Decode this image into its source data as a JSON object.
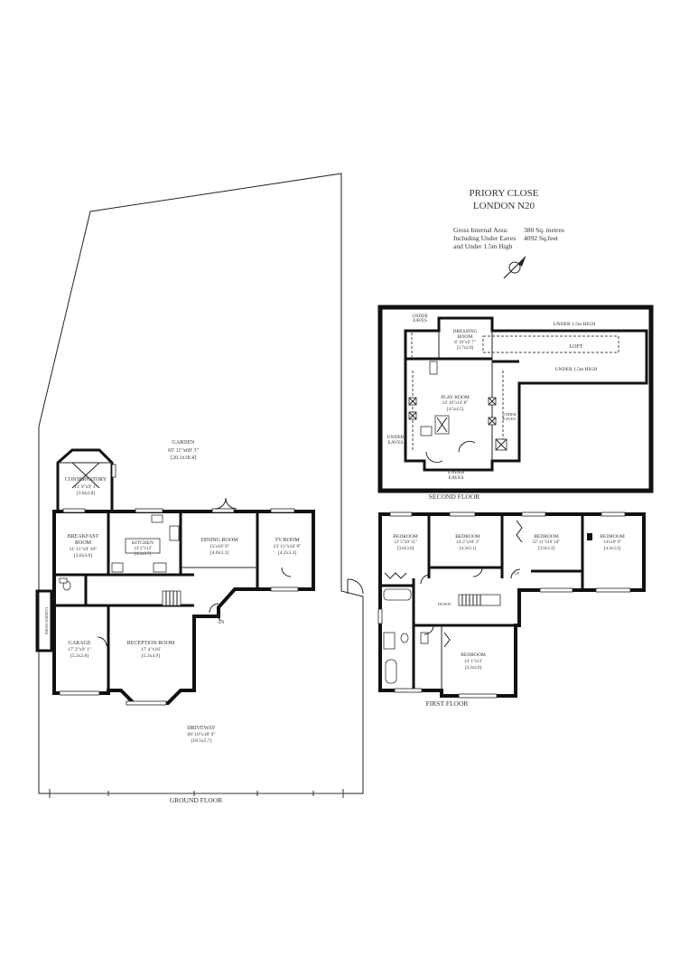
{
  "header": {
    "title": "PRIORY CLOSE",
    "subtitle": "LONDON N20",
    "area_label_1": "Gross Internal Area:",
    "area_label_2": "Including Under Eaves",
    "area_label_3": "and Under 1.5m High",
    "area_metric": "380 Sq. metres",
    "area_imperial": "4092 Sq.feet"
  },
  "ground_floor": {
    "label": "GROUND FLOOR",
    "rooms": {
      "garden": {
        "name": "GARDEN",
        "dim_imperial": "65' 11\"x60' 3\"",
        "dim_metric": "[20.1x18.4]"
      },
      "conservatory": {
        "name": "CONSERVATORY",
        "dim_imperial": "11' 9\"x9' 1\"",
        "dim_metric": "[3.6x2.8]"
      },
      "breakfast": {
        "name_1": "BREAKFAST",
        "name_2": "ROOM",
        "dim_imperial": "11' 11\"x9' 10\"",
        "dim_metric": "[3.6x3.0]"
      },
      "kitchen": {
        "name": "KITCHEN",
        "dim_imperial": "14' 2\"x12'",
        "dim_metric": "[4.3x3.7]"
      },
      "dining": {
        "name": "DINING ROOM",
        "dim_imperial": "15'x10' 9\"",
        "dim_metric": "[4.6x3.3]"
      },
      "tv": {
        "name": "TV ROOM",
        "dim_imperial": "13' 11\"x10' 9\"",
        "dim_metric": "[4.2x3.3]"
      },
      "garage": {
        "name": "GARAGE",
        "dim_imperial": "17' 2\"x9' 1\"",
        "dim_metric": "[5.2x2.8]"
      },
      "reception": {
        "name": "RECEPTION ROOM",
        "dim_imperial": "17' 4\"x16'",
        "dim_metric": "[5.3x4.9]"
      },
      "driveway": {
        "name": "DRIVEWAY",
        "dim_imperial": "60' 10\"x18' 9\"",
        "dim_metric": "[18.5x5.7]"
      },
      "garden_store": {
        "name": "GARDEN STORE"
      }
    },
    "in_label": "IN"
  },
  "first_floor": {
    "label": "FIRST FLOOR",
    "rooms": {
      "bed1": {
        "name": "BEDROOM",
        "dim_imperial": "12' 5\"x9' 11\"",
        "dim_metric": "[3.8x3.0]"
      },
      "bed2": {
        "name": "BEDROOM",
        "dim_imperial": "14' 2\"x10' 3\"",
        "dim_metric": "[4.3x3.1]"
      },
      "bed3": {
        "name": "BEDROOM",
        "dim_imperial": "12' 11\"x10' 10\"",
        "dim_metric": "[3.9x3.3]"
      },
      "bed4": {
        "name": "BEDROOM",
        "dim_imperial": "14'x10' 9\"",
        "dim_metric": "[4.3x3.3]"
      },
      "bed5": {
        "name": "BEDROOM",
        "dim_imperial": "14' 1\"x13'",
        "dim_metric": "[4.3x4.0]"
      }
    },
    "up_label": "UP",
    "down_label": "DOWN"
  },
  "second_floor": {
    "label": "SECOND FLOOR",
    "rooms": {
      "dressing": {
        "name_1": "DRESSING",
        "name_2": "ROOM",
        "dim_imperial": "8' 10\"x6' 7\"",
        "dim_metric": "[2.7x2.0]"
      },
      "play": {
        "name": "PLAY ROOM",
        "dim_imperial": "14' 10\"x14' 8\"",
        "dim_metric": "[4.5x4.5]"
      },
      "loft": {
        "name": "LOFT"
      },
      "under_15_top": "UNDER 1.5m HIGH",
      "under_15_bottom": "UNDER 1.5m HIGH",
      "eaves_under": "UNDER",
      "eaves_eaves": "EAVES"
    }
  }
}
